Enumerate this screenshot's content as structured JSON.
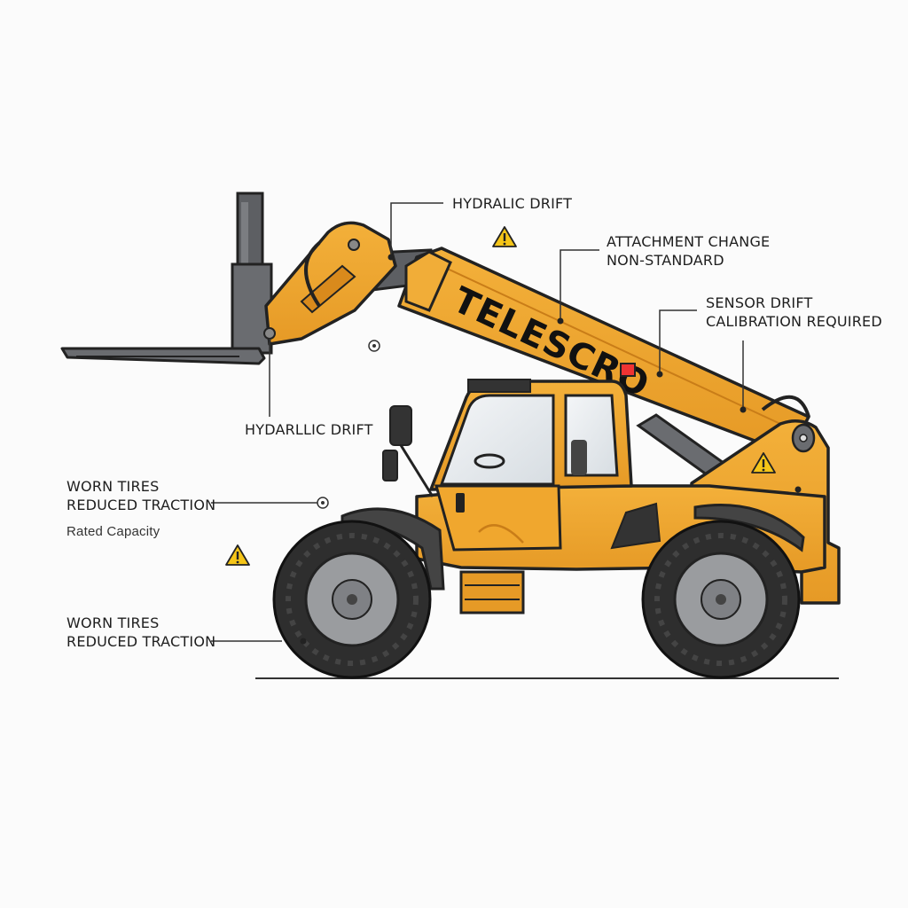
{
  "machine": {
    "boom_text": "TELESCRO",
    "body_color": "#f0a72e",
    "body_shadow": "#d98a1c",
    "outline_color": "#222222",
    "steel_color": "#5d5f63",
    "tire_color": "#2e2e2e",
    "hub_color": "#9a9c9f"
  },
  "callouts": {
    "hydraulic_drift_top": "HYDRALIC DRIFT",
    "attachment_change": [
      "ATTACHMENT CHANGE",
      "NON-STANDARD"
    ],
    "sensor_drift": [
      "SENSOR DRIFT",
      "CALIBRATION REQUIRED"
    ],
    "hydraulic_drift_left": "HYDARLLIC DRIFT",
    "worn_tires_upper": [
      "WORN TIRES",
      "REDUCED TRACTION"
    ],
    "rated_capacity": "Rated Capacity",
    "worn_tires_lower": [
      "WORN TIRES",
      "REDUCED TRACTION"
    ]
  },
  "icons": {
    "warning_icon": "warning-triangle",
    "warning_color": "#f5c518"
  }
}
